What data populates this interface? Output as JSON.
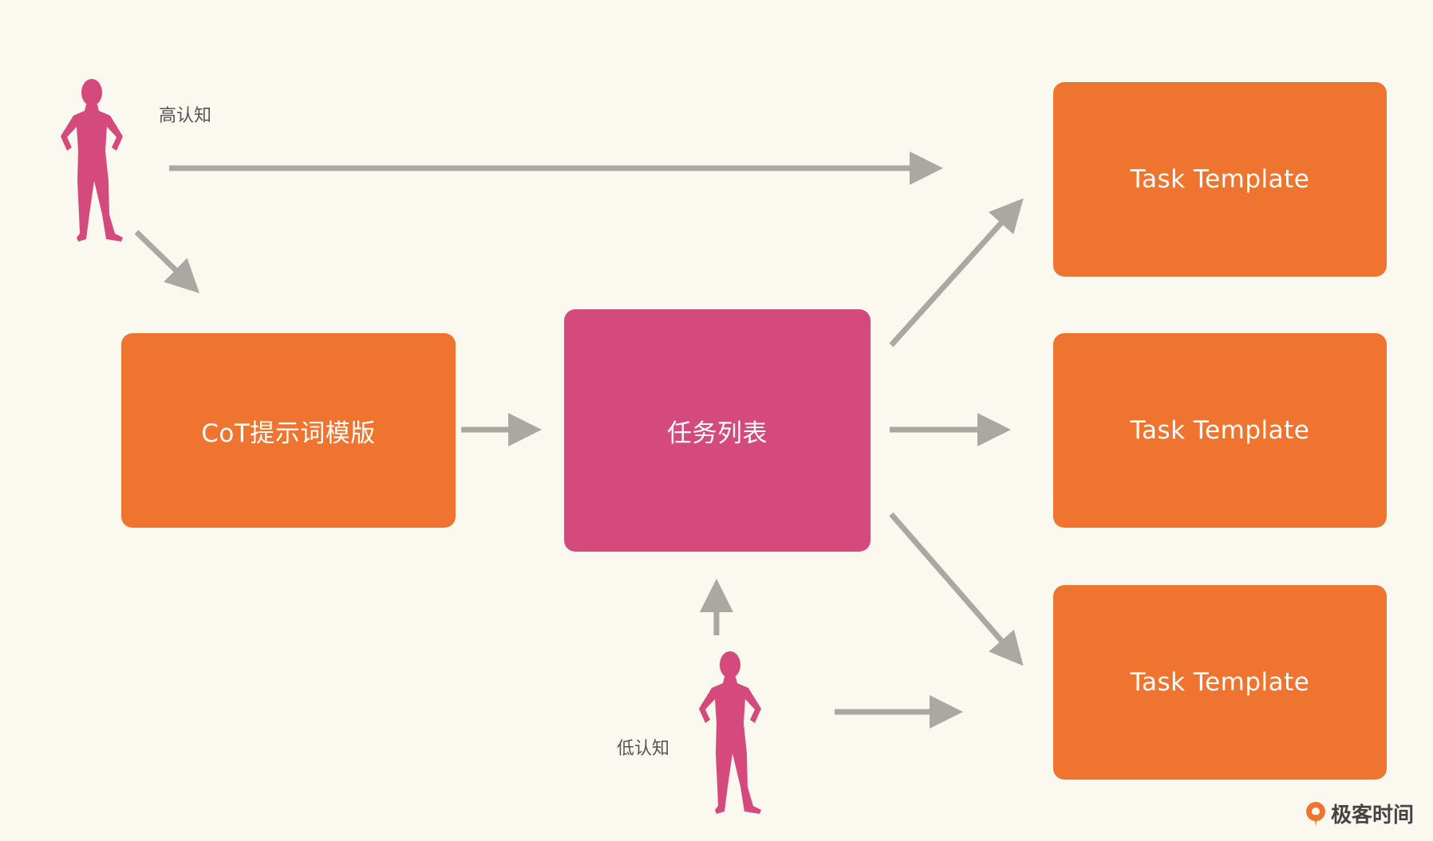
{
  "actors": {
    "high": {
      "label": "高认知"
    },
    "low": {
      "label": "低认知"
    }
  },
  "boxes": {
    "cot_template": "CoT提示词模版",
    "task_list": "任务列表",
    "task_templates": [
      "Task Template",
      "Task Template",
      "Task Template"
    ]
  },
  "brand": {
    "text": "极客时间"
  },
  "colors": {
    "background": "#fbf8f0",
    "box_orange": "#ee7430",
    "box_pink": "#d54a7c",
    "person": "#d54a7c",
    "arrow": "#a9a8a2"
  }
}
